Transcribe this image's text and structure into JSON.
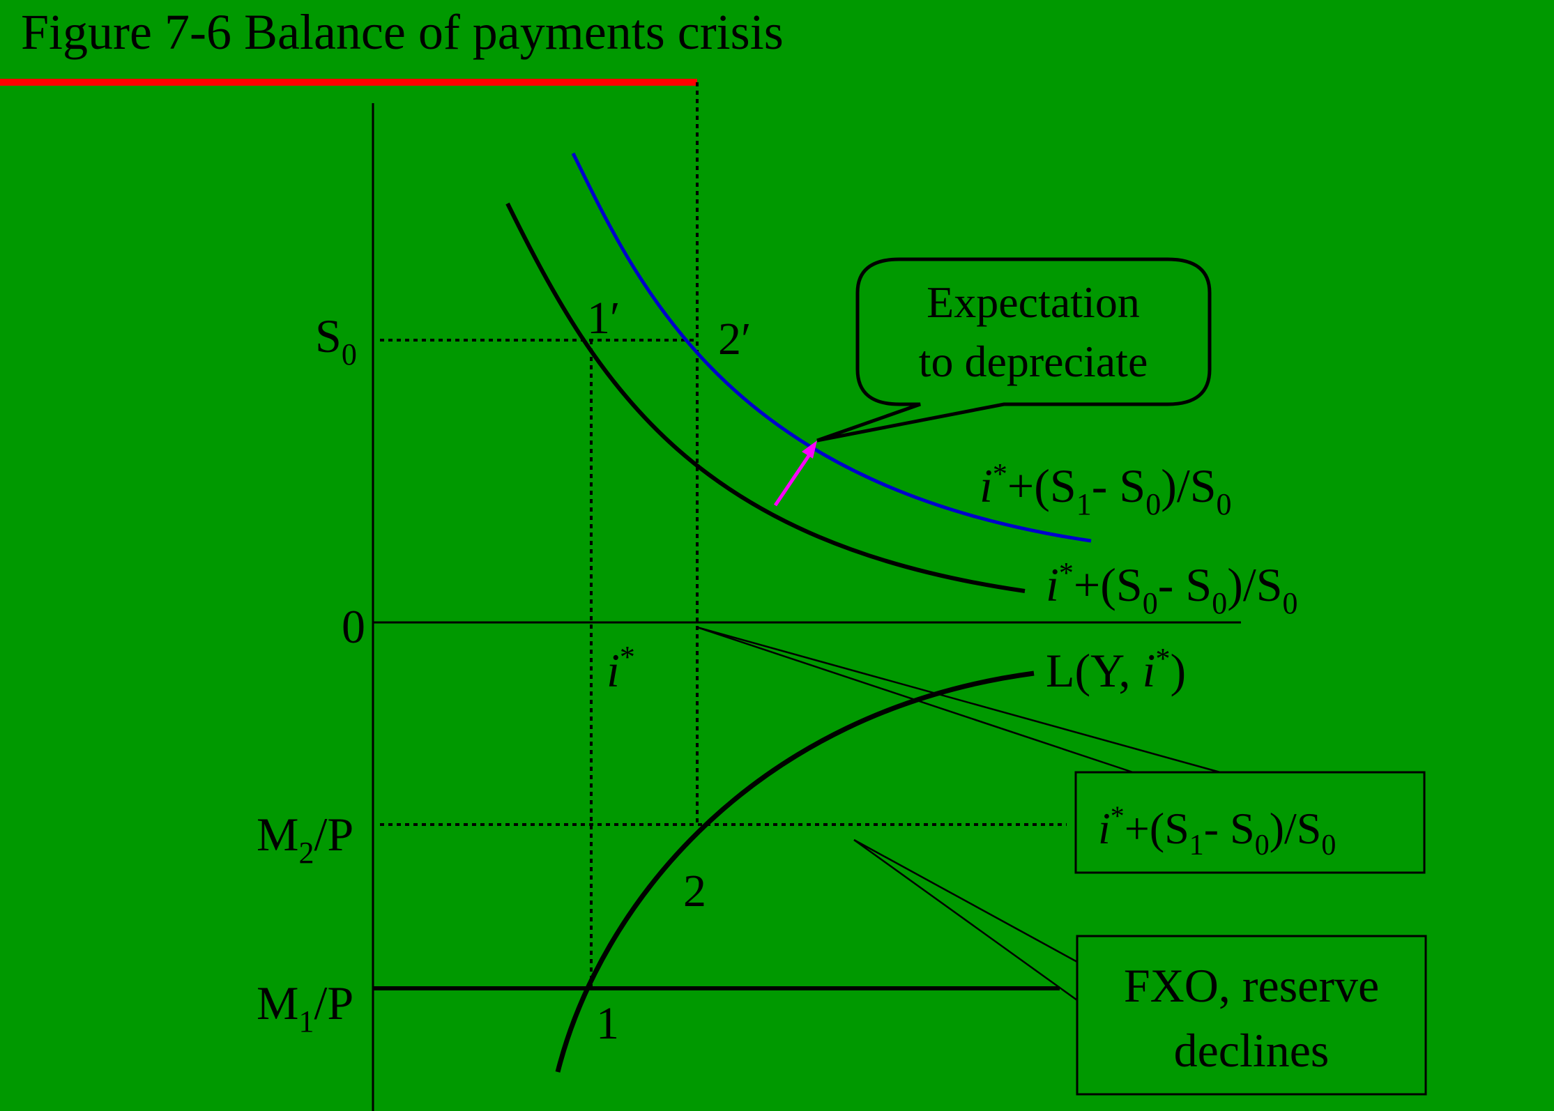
{
  "title": "Figure 7-6 Balance of payments crisis",
  "colors": {
    "background": "#009900",
    "title_underline": "#ff0000",
    "curve_original": "#000000",
    "curve_shifted": "#0000cc",
    "shift_arrow": "#ff00ff"
  },
  "axis_labels": {
    "s0": "S",
    "s0_sub": "0",
    "zero": "0",
    "m2p_main": "M",
    "m2p_sub": "2",
    "m2p_tail": "/P",
    "m1p_main": "M",
    "m1p_sub": "1",
    "m1p_tail": "/P"
  },
  "points": {
    "p1prime": "1′",
    "p2prime": "2′",
    "p1": "1",
    "p2": "2"
  },
  "istar_label": {
    "i": "i",
    "star": "*"
  },
  "curve_labels": {
    "shifted": {
      "i": "i",
      "star": "*",
      "a": "+(S",
      "sub1": "1",
      "b": "- S",
      "sub2": "0",
      "c": ")/S",
      "sub3": "0"
    },
    "original": {
      "i": "i",
      "star": "*",
      "a": "+(S",
      "sub1": "0",
      "b": "- S",
      "sub2": "0",
      "c": ")/S",
      "sub3": "0"
    },
    "money_demand": {
      "a": "L(Y, ",
      "i": "i",
      "star": "*",
      "b": ")"
    }
  },
  "callouts": {
    "expectation": {
      "line1": "Expectation",
      "line2": "to depreciate"
    },
    "interest": {
      "i": "i",
      "star": "*",
      "a": "+(S",
      "sub1": "1",
      "b": "- S",
      "sub2": "0",
      "c": ")/S",
      "sub3": "0"
    },
    "fxo": {
      "line1": "FXO, reserve",
      "line2": "declines"
    }
  }
}
